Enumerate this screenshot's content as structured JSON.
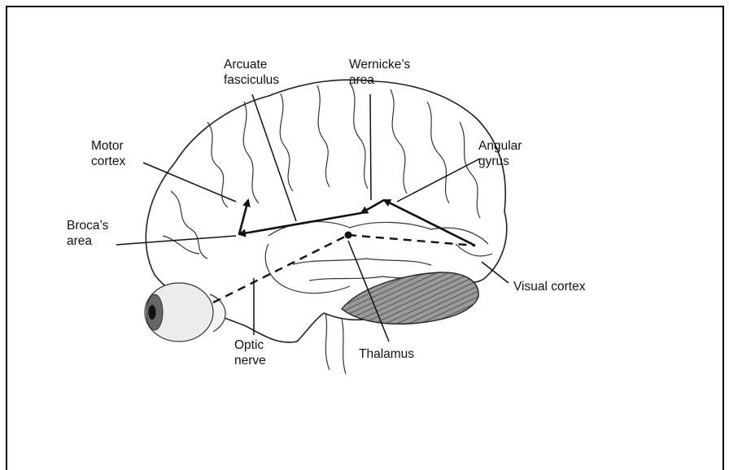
{
  "diagram": {
    "labels": {
      "arcuate_fasciculus": "Arcuate\nfasciculus",
      "wernickes_area": "Wernicke’s\narea",
      "motor_cortex": "Motor\ncortex",
      "angular_gyrus": "Angular\ngyrus",
      "brocas_area": "Broca’s\narea",
      "visual_cortex": "Visual cortex",
      "optic_nerve": "Optic\nnerve",
      "thalamus": "Thalamus"
    },
    "colors": {
      "line": "#111111",
      "brain_outline": "#222222",
      "cerebellum_fill": "#8a8a8a",
      "eye_fill": "#eeeeee",
      "iris": "#555555"
    }
  }
}
